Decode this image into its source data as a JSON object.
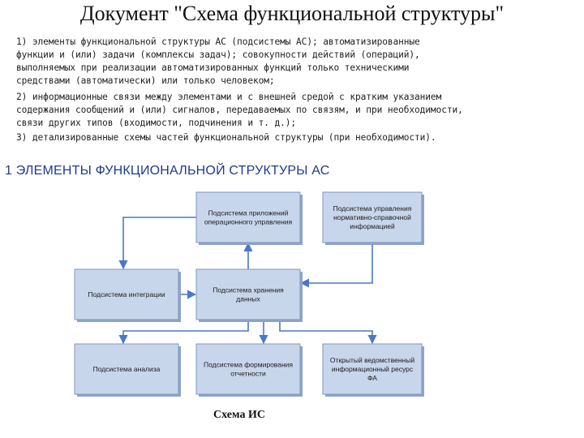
{
  "document": {
    "title": "Документ \"Схема функциональной структуры\"",
    "paragraphs": [
      "1) элементы функциональной структуры АС (подсистемы АС); автоматизированные\nфункции и (или) задачи (комплексы задач); совокупности действий (операций),\nвыполняемых при реализации автоматизированных функций только техническими\nсредствами (автоматически) или только человеком;",
      "2) информационные связи между элементами и с внешней средой с кратким указанием\nсодержания сообщений и (или) сигналов, передаваемых по связям, и при необходимости,\nсвязи других типов (входимости, подчинения и т. д.);",
      "3) детализированные схемы частей функциональной структуры (при необходимости)."
    ],
    "section_heading": "1 ЭЛЕМЕНТЫ ФУНКЦИОНАЛЬНОЙ СТРУКТУРЫ АС",
    "caption": "Схема ИС"
  },
  "diagram": {
    "nodes": [
      {
        "id": "app-os",
        "lines": [
          "Подсистема приложений",
          "операционного управления"
        ]
      },
      {
        "id": "nsi",
        "lines": [
          "Подсистема управления",
          "нормативно-справочной",
          "информацией"
        ]
      },
      {
        "id": "integration",
        "lines": [
          "Подсистема интеграции"
        ]
      },
      {
        "id": "storage",
        "lines": [
          "Подсистема хранения",
          "данных"
        ]
      },
      {
        "id": "analysis",
        "lines": [
          "Подсистема анализа"
        ]
      },
      {
        "id": "reporting",
        "lines": [
          "Подсистема формирования",
          "отчетности"
        ]
      },
      {
        "id": "open-resource",
        "lines": [
          "Открытый ведомственный",
          "информационный ресурс",
          "ФА"
        ]
      }
    ],
    "edges": [
      {
        "from": "storage",
        "to": "app-os"
      },
      {
        "from": "app-os",
        "to": "integration"
      },
      {
        "from": "nsi",
        "to": "storage"
      },
      {
        "from": "integration",
        "to": "storage"
      },
      {
        "from": "storage",
        "to": "analysis"
      },
      {
        "from": "storage",
        "to": "reporting"
      },
      {
        "from": "storage",
        "to": "open-resource"
      }
    ],
    "colors": {
      "box_fill": "#c8d6ec",
      "box_stroke": "#7f97c2",
      "arrow": "#4a78c4",
      "heading": "#1f3a8a"
    }
  }
}
